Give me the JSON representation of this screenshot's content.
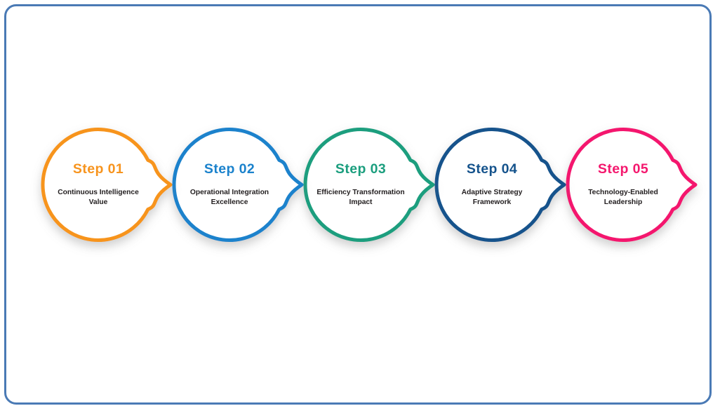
{
  "frame": {
    "border_color": "#4a7ab5",
    "background": "#ffffff"
  },
  "diagram": {
    "type": "process-steps",
    "orientation": "horizontal",
    "shape": "speech-bubble-circle-with-arrow-tail",
    "count": 5,
    "steps": [
      {
        "heading": "Step 01",
        "description": "Continuous Intelligence Value",
        "color": "#F7941E"
      },
      {
        "heading": "Step 02",
        "description": "Operational Integration Excellence",
        "color": "#1B82CC"
      },
      {
        "heading": "Step 03",
        "description": "Efficiency Transformation Impact",
        "color": "#1B9E7E"
      },
      {
        "heading": "Step 04",
        "description": "Adaptive Strategy Framework",
        "color": "#15538C"
      },
      {
        "heading": "Step 05",
        "description": "Technology-Enabled Leadership",
        "color": "#F4186E"
      }
    ]
  }
}
